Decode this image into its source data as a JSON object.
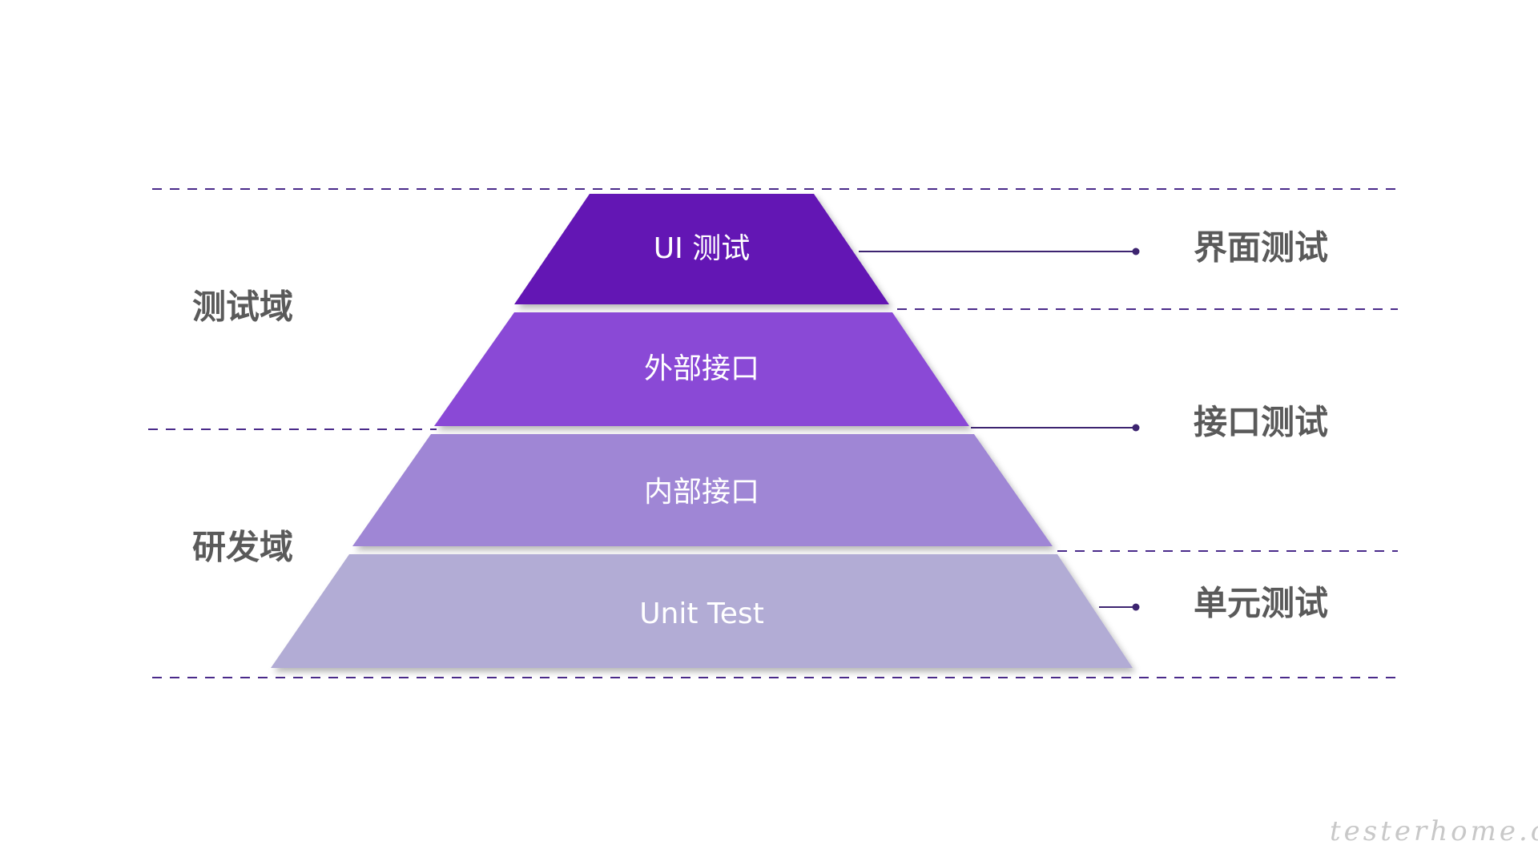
{
  "colors": {
    "layer_ui": "#6419b4",
    "layer_external": "#8a4ad6",
    "layer_internal": "#9f86d5",
    "layer_unit": "#b2acd5",
    "dash_line": "#4a2a8a",
    "connector": "#3d2470",
    "side_label": "#5a5a5a"
  },
  "pyramid": {
    "layers": [
      {
        "label": "UI 测试"
      },
      {
        "label": "外部接口"
      },
      {
        "label": "内部接口"
      },
      {
        "label": "Unit Test"
      }
    ]
  },
  "domains": {
    "test": "测试域",
    "dev": "研发域"
  },
  "test_types": {
    "ui": "界面测试",
    "api": "接口测试",
    "unit": "单元测试"
  },
  "watermark": "testerhome.com"
}
